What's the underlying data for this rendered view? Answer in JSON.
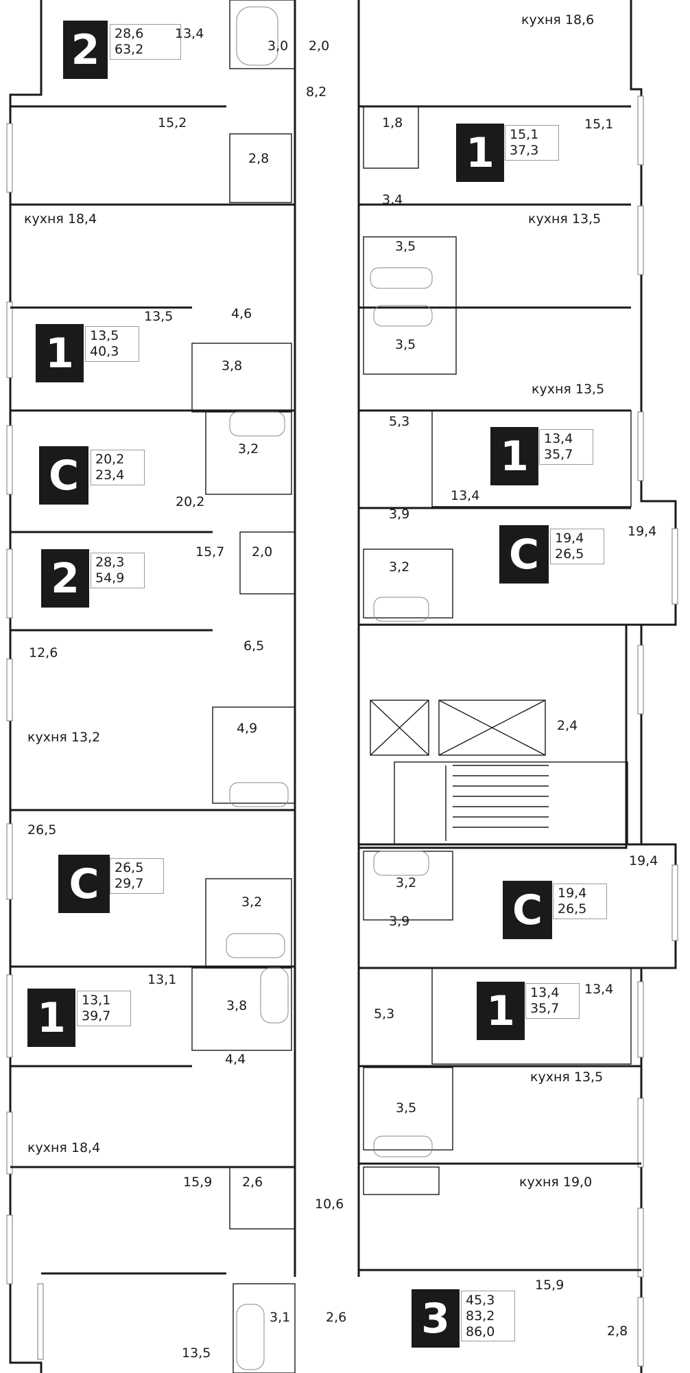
{
  "apartments": [
    {
      "id": "a1",
      "type": "2",
      "living": "28,6",
      "total": "63,2"
    },
    {
      "id": "a2",
      "type": "1",
      "living": "15,1",
      "total": "37,3"
    },
    {
      "id": "a3",
      "type": "1",
      "living": "13,5",
      "total": "40,3"
    },
    {
      "id": "a4",
      "type": "С",
      "living": "20,2",
      "total": "23,4"
    },
    {
      "id": "a5",
      "type": "1",
      "living": "13,4",
      "total": "35,7"
    },
    {
      "id": "a6",
      "type": "С",
      "living": "19,4",
      "total": "26,5"
    },
    {
      "id": "a7",
      "type": "2",
      "living": "28,3",
      "total": "54,9"
    },
    {
      "id": "a8",
      "type": "С",
      "living": "26,5",
      "total": "29,7"
    },
    {
      "id": "a9",
      "type": "С",
      "living": "19,4",
      "total": "26,5"
    },
    {
      "id": "a10",
      "type": "1",
      "living": "13,1",
      "total": "39,7"
    },
    {
      "id": "a11",
      "type": "1",
      "living": "13,4",
      "total": "35,7"
    },
    {
      "id": "a12",
      "type": "3",
      "living": "45,3",
      "total": "83,2",
      "total2": "86,0"
    }
  ],
  "rooms": [
    "13,4",
    "3,0",
    "2,0",
    "кухня 18,6",
    "8,2",
    "15,2",
    "1,8",
    "15,1",
    "2,8",
    "3,4",
    "кухня 18,4",
    "кухня 13,5",
    "3,5",
    "13,5",
    "4,6",
    "3,5",
    "3,8",
    "кухня 13,5",
    "5,3",
    "3,2",
    "20,2",
    "13,4",
    "3,9",
    "19,4",
    "15,7",
    "2,0",
    "3,2",
    "6,5",
    "12,6",
    "2,4",
    "4,9",
    "кухня 13,2",
    "26,5",
    "19,4",
    "3,2",
    "3,2",
    "3,9",
    "13,1",
    "3,8",
    "5,3",
    "13,4",
    "4,4",
    "кухня 13,5",
    "3,5",
    "кухня 18,4",
    "15,9",
    "2,6",
    "кухня 19,0",
    "10,6",
    "15,9",
    "3,1",
    "2,6",
    "2,8",
    "13,5"
  ]
}
